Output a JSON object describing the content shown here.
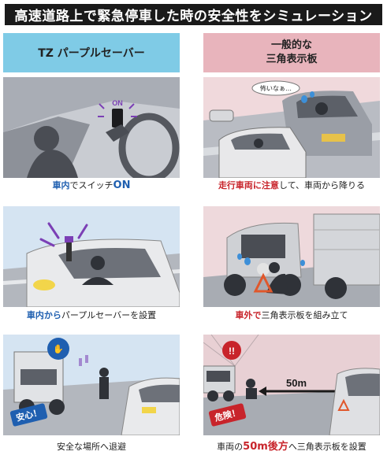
{
  "title": "高速道路上で緊急停車した時の安全性をシミュレーション",
  "columns": {
    "left": {
      "heading": "TZ パープルセーバー"
    },
    "right": {
      "heading_line1": "一般的な",
      "heading_line2": "三角表示板"
    }
  },
  "panels": {
    "p1": {
      "tag": "ON",
      "cap_a": "車内",
      "cap_b": "でスイッチ",
      "cap_c": "ON"
    },
    "p2": {
      "bubble": "怖いなぁ…",
      "cap_a": "走行車両に注意",
      "cap_b": "して、車両から降りる"
    },
    "p3": {
      "cap_a": "車内から",
      "cap_b": "パープルセーバーを設置"
    },
    "p4": {
      "cap_a": "車外で",
      "cap_b": "三角表示板を組み立て"
    },
    "p5": {
      "badge": "安心！",
      "cap": "安全な場所へ退避"
    },
    "p6": {
      "badge": "危険！",
      "alert": "!!",
      "distance": "50m",
      "cap_a": "車両の",
      "cap_b": "50m後方",
      "cap_c": "へ三角表示板を設置"
    }
  },
  "colors": {
    "accent_blue": "#1f5fb0",
    "accent_red": "#c8242b",
    "left_header_bg": "#7fcbe6",
    "right_header_bg": "#e8b4bc",
    "purple": "#7b3fb5"
  }
}
